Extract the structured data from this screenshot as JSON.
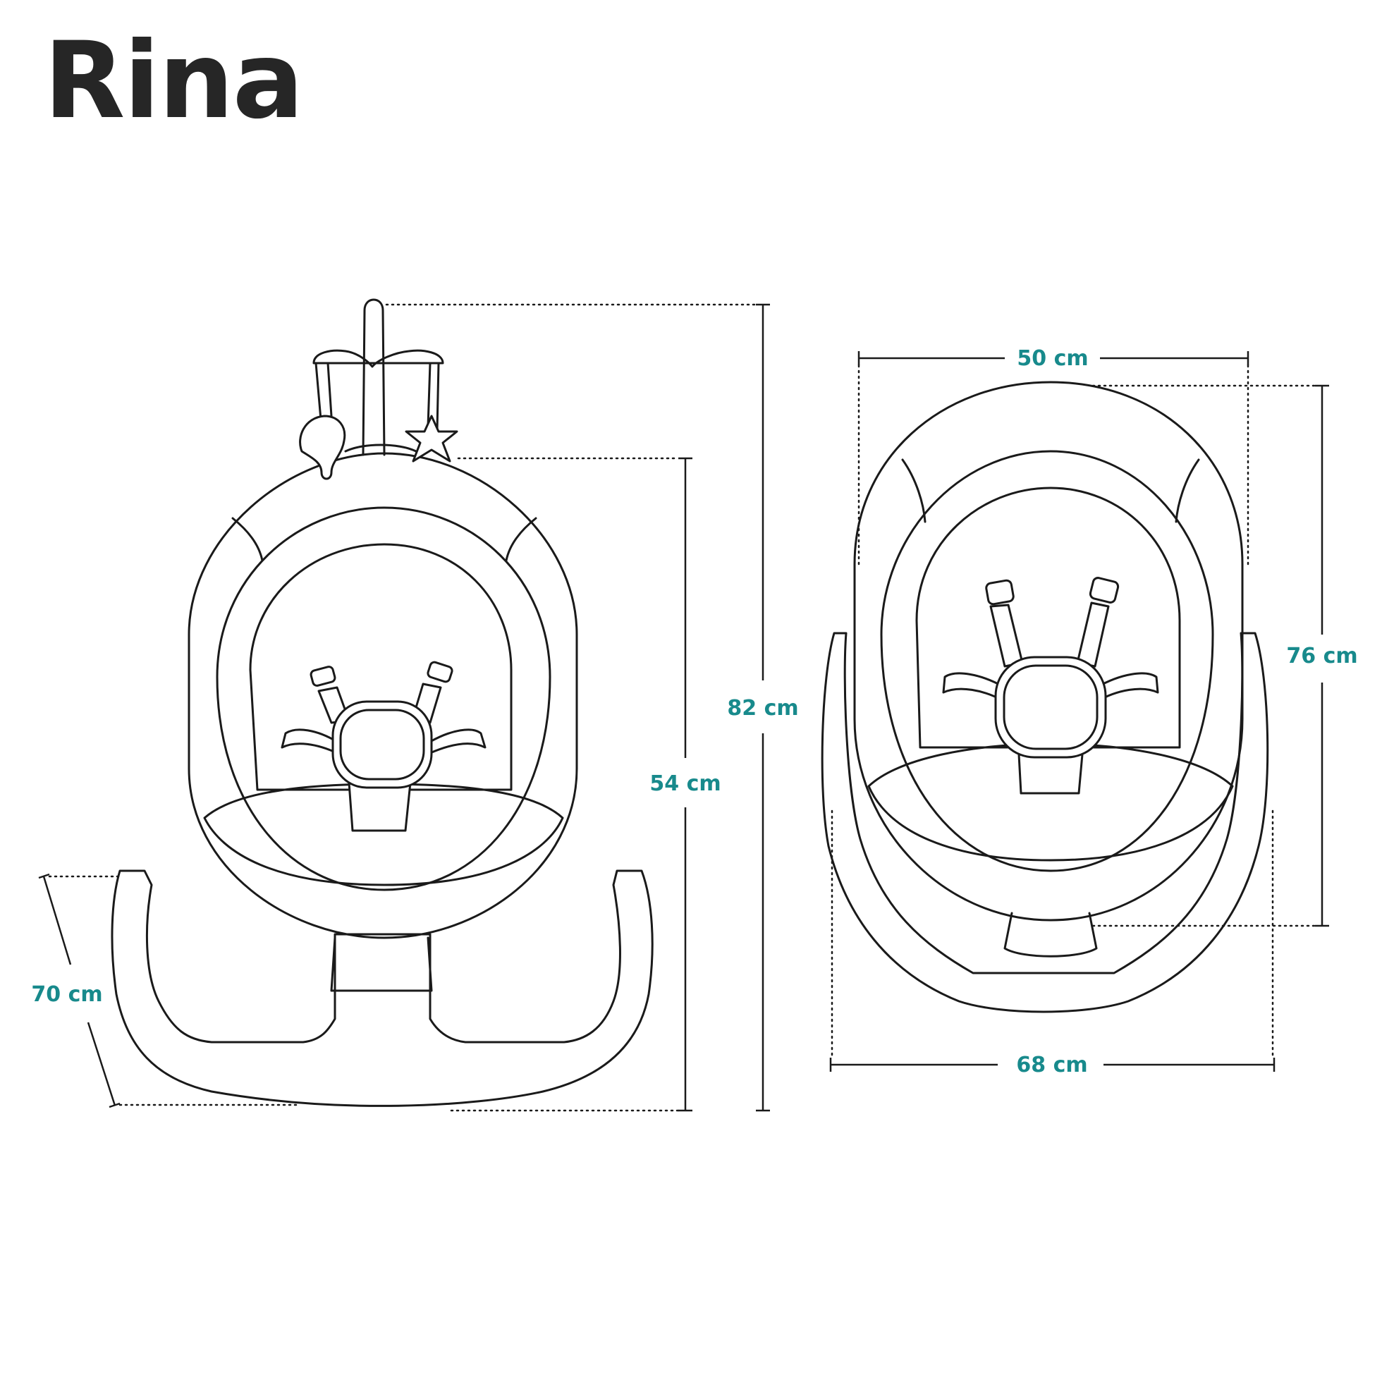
{
  "product": {
    "name": "Rina"
  },
  "colors": {
    "dimension_text": "#188a8c",
    "line": "#1a1a1a",
    "title": "#262626"
  },
  "dimensions": {
    "base_depth": "70 cm",
    "seat_height": "54 cm",
    "total_height": "82 cm",
    "seat_width": "50 cm",
    "seat_length": "76 cm",
    "base_width": "68 cm"
  }
}
